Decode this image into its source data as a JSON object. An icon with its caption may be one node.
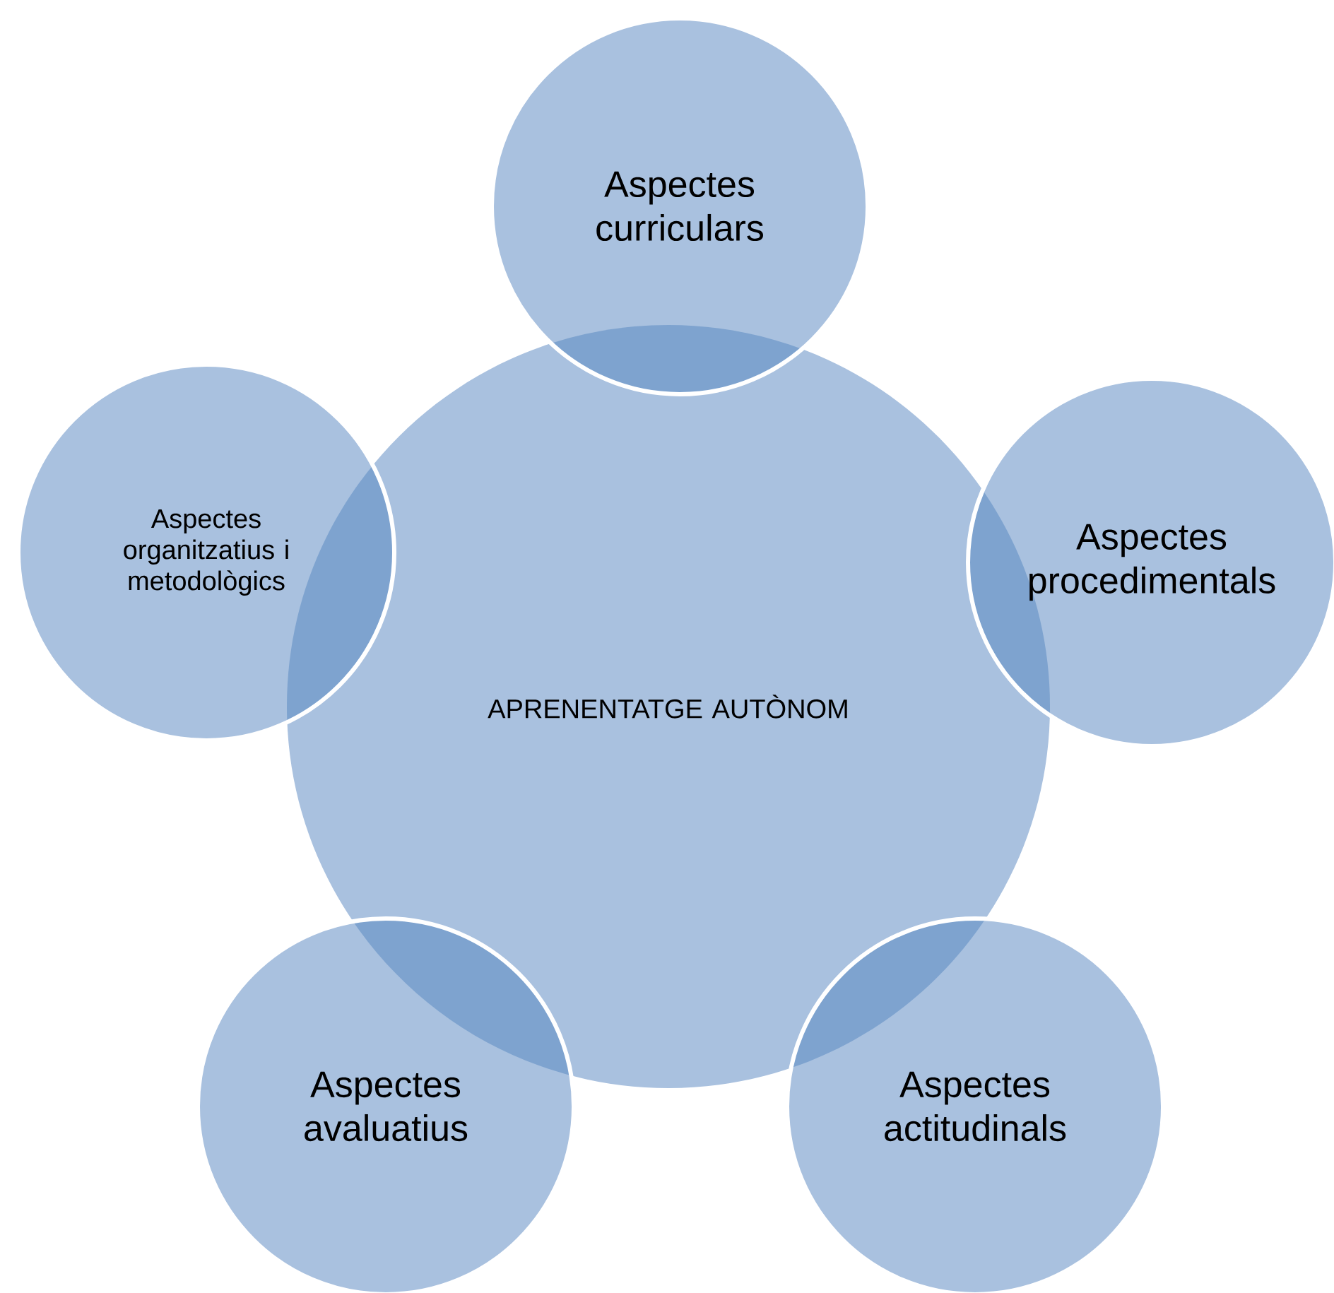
{
  "diagram": {
    "nodes": [
      {
        "text": [
          "APRENENTATGE AUTÒNOM"
        ]
      },
      {
        "text": [
          "Aspectes curriculars"
        ]
      },
      {
        "text": [
          "Aspectes organitzatius i metodològics"
        ]
      },
      {
        "text": [
          "Aspectes procedimentals"
        ]
      },
      {
        "text": [
          "Aspectes avaluatius"
        ]
      },
      {
        "text": [
          "Aspectes actitudinals"
        ]
      }
    ]
  }
}
